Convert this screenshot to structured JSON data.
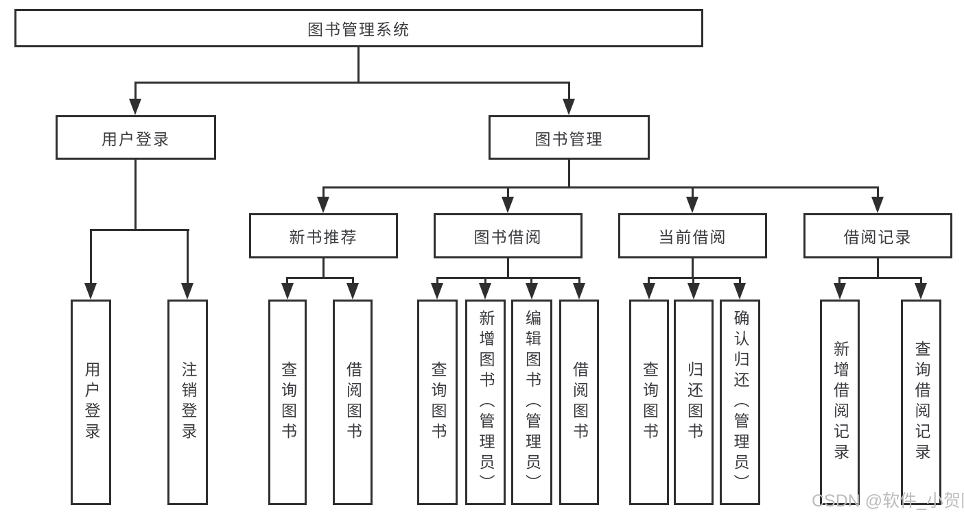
{
  "diagram_title": "图书管理系统",
  "nodes": {
    "root": {
      "label": "图书管理系统"
    },
    "level2": [
      {
        "id": "user-login",
        "label": "用户登录"
      },
      {
        "id": "book-management",
        "label": "图书管理"
      }
    ],
    "level3": [
      {
        "id": "new-book-recommend",
        "parent": "图书管理",
        "label": "新书推荐"
      },
      {
        "id": "book-borrow",
        "parent": "图书管理",
        "label": "图书借阅"
      },
      {
        "id": "current-borrow",
        "parent": "图书管理",
        "label": "当前借阅"
      },
      {
        "id": "borrow-records",
        "parent": "图书管理",
        "label": "借阅记录"
      }
    ],
    "leaves": [
      {
        "parent": "用户登录",
        "label": "用户登录"
      },
      {
        "parent": "用户登录",
        "label": "注销登录"
      },
      {
        "parent": "新书推荐",
        "label": "查询图书"
      },
      {
        "parent": "新书推荐",
        "label": "借阅图书"
      },
      {
        "parent": "图书借阅",
        "label": "查询图书"
      },
      {
        "parent": "图书借阅",
        "label": "新增图书（管理员）"
      },
      {
        "parent": "图书借阅",
        "label": "编辑图书（管理员）"
      },
      {
        "parent": "图书借阅",
        "label": "借阅图书"
      },
      {
        "parent": "当前借阅",
        "label": "查询图书"
      },
      {
        "parent": "当前借阅",
        "label": "归还图书"
      },
      {
        "parent": "当前借阅",
        "label": "确认归还（管理员）"
      },
      {
        "parent": "借阅记录",
        "label": "新增借阅记录"
      },
      {
        "parent": "借阅记录",
        "label": "查询借阅记录"
      }
    ]
  },
  "watermark": "CSDN @软件_小贺同学",
  "colors": {
    "line": "#2f2f2f",
    "text": "#3a3b3f",
    "watermark": "#bcbcbc"
  }
}
